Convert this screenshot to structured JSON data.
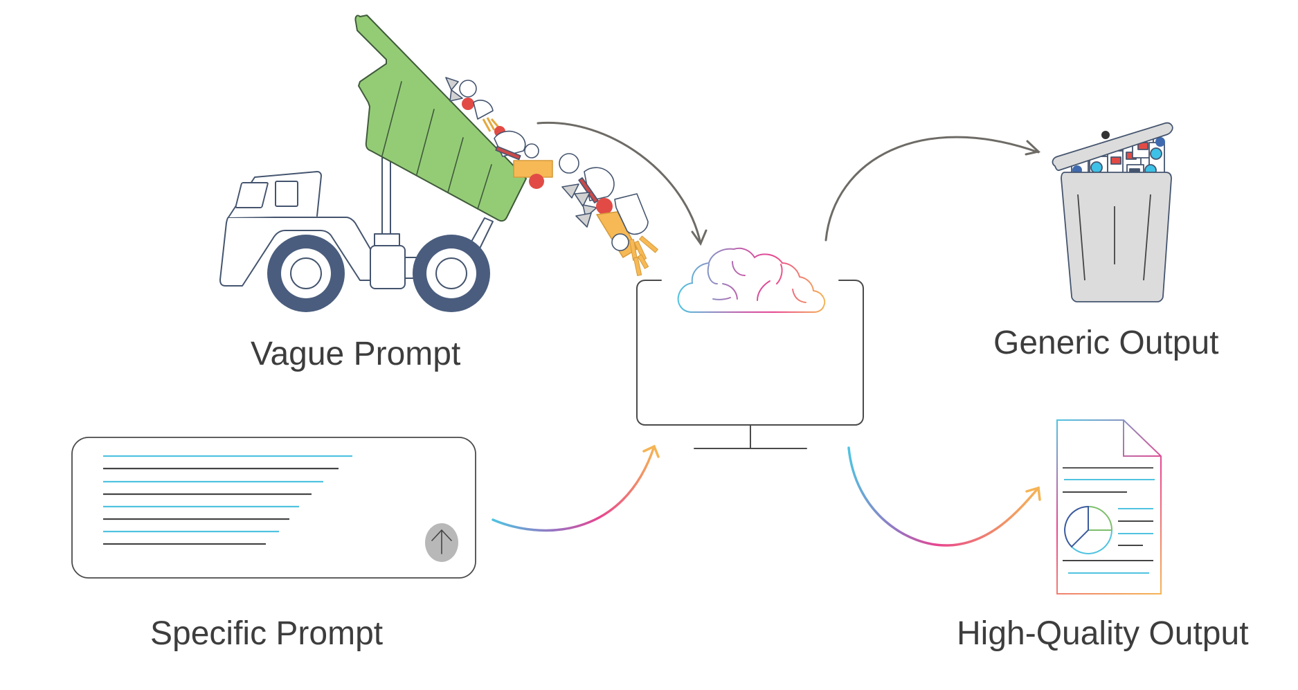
{
  "title": "Vague vs. Specific Prompt diagram",
  "labels": {
    "vague_prompt": "Vague Prompt",
    "generic_output": "Generic Output",
    "specific_prompt": "Specific Prompt",
    "high_quality_output": "High-Quality Output"
  },
  "nodes": [
    {
      "id": "vague-prompt",
      "icon": "dump-truck-icon",
      "label": "Vague Prompt"
    },
    {
      "id": "specific-prompt",
      "icon": "prompt-input-box-icon",
      "label": "Specific Prompt"
    },
    {
      "id": "ai-model",
      "icon": "monitor-with-brain-icon",
      "label": ""
    },
    {
      "id": "generic-output",
      "icon": "trash-can-icon",
      "label": "Generic Output"
    },
    {
      "id": "high-quality-output",
      "icon": "document-with-chart-icon",
      "label": "High-Quality Output"
    }
  ],
  "edges": [
    {
      "from": "vague-prompt",
      "to": "ai-model",
      "style": "gray"
    },
    {
      "from": "ai-model",
      "to": "generic-output",
      "style": "gray"
    },
    {
      "from": "specific-prompt",
      "to": "ai-model",
      "style": "gradient"
    },
    {
      "from": "ai-model",
      "to": "high-quality-output",
      "style": "gradient"
    }
  ],
  "colors": {
    "text": "#3d3d3d",
    "outline": "#4a4a4a",
    "gray_arrow": "#6e6b66",
    "truck_bed": "#94cc76",
    "tire": "#4a5d7e",
    "gradient_start": "#4fc3e0",
    "gradient_mid1": "#9b6fc0",
    "gradient_mid2": "#e8458f",
    "gradient_end": "#f5b455",
    "trash_fill": "#dcdcdc",
    "send_button": "#b8b8b8"
  },
  "prompt_box": {
    "send_icon": "arrow-up-icon",
    "line_count": 8
  }
}
